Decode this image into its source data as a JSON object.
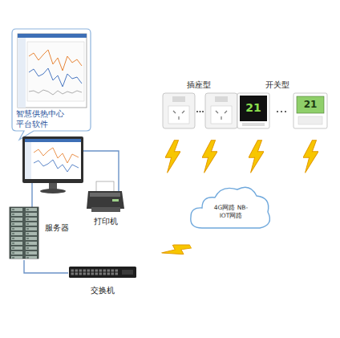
{
  "diagram": {
    "nodes": [
      {
        "text": [
          "智慧供热中心 平台软件"
        ]
      },
      {
        "text": [
          "打印机"
        ]
      },
      {
        "text": [
          "服务器"
        ]
      },
      {
        "text": [
          "交换机"
        ]
      },
      {
        "text": [
          "4G网路 NB-IOT网路"
        ]
      }
    ],
    "edges": [
      {
        "from": 2,
        "to": 3,
        "arrow": "none"
      }
    ],
    "labels": [
      "插座型",
      "开关型",
      "21",
      "21"
    ]
  }
}
